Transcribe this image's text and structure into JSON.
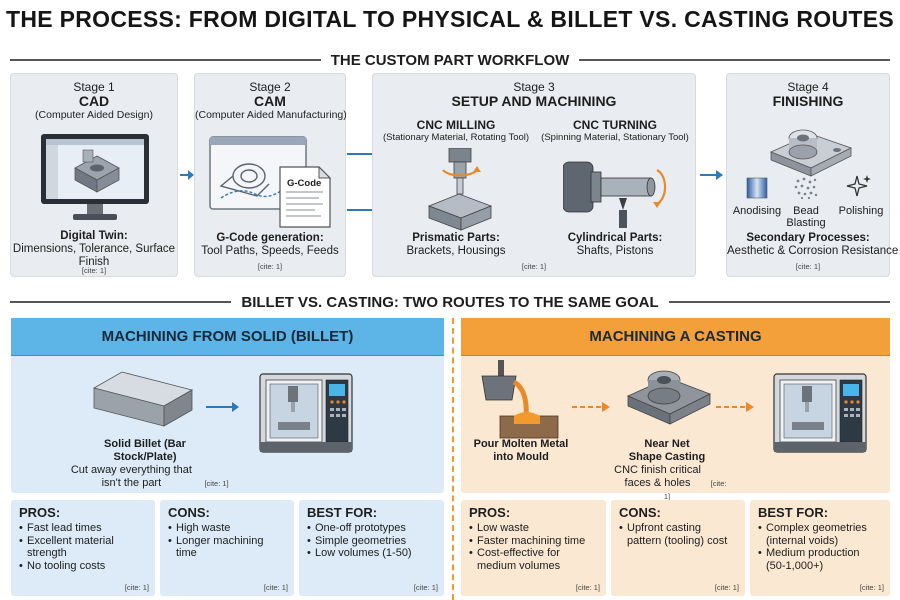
{
  "title": "THE PROCESS: FROM DIGITAL TO PHYSICAL & BILLET VS. CASTING ROUTES",
  "workflow": {
    "heading": "THE CUSTOM PART WORKFLOW",
    "stages": [
      {
        "label": "Stage 1",
        "name": "CAD",
        "subtitle": "(Computer Aided Design)",
        "caption_bold": "Digital Twin:",
        "caption_text": "Dimensions, Tolerance, Surface Finish",
        "cite": "[cite: 1]"
      },
      {
        "label": "Stage 2",
        "name": "CAM",
        "subtitle": "(Computer Aided Manufacturing)",
        "doc_label": "G-Code",
        "caption_bold": "G-Code generation:",
        "caption_text": "Tool Paths, Speeds, Feeds",
        "cite": "[cite: 1]"
      },
      {
        "label": "Stage 3",
        "name": "SETUP AND MACHINING",
        "milling": {
          "title": "CNC MILLING",
          "subtitle": "(Stationary Material, Rotating Tool)",
          "caption_bold": "Prismatic Parts:",
          "caption_text": "Brackets, Housings"
        },
        "turning": {
          "title": "CNC TURNING",
          "subtitle": "(Spinning Material, Stationary Tool)",
          "caption_bold": "Cylindrical Parts:",
          "caption_text": "Shafts, Pistons"
        },
        "cite": "[cite: 1]"
      },
      {
        "label": "Stage 4",
        "name": "FINISHING",
        "processes": [
          "Anodising",
          "Bead Blasting",
          "Polishing"
        ],
        "caption_bold": "Secondary Processes:",
        "caption_text": "Aesthetic & Corrosion Resistance",
        "cite": "[cite: 1]"
      }
    ]
  },
  "routes": {
    "heading": "BILLET VS. CASTING: TWO ROUTES TO THE SAME GOAL",
    "billet": {
      "header": "MACHINING FROM SOLID (BILLET)",
      "caption_bold": "Solid Billet (Bar Stock/Plate)",
      "caption_text": "Cut away everything that isn't the part",
      "cite": "[cite: 1]",
      "pros": {
        "title": "PROS:",
        "items": [
          "Fast lead times",
          "Excellent material strength",
          "No tooling costs"
        ],
        "cite": "[cite: 1]"
      },
      "cons": {
        "title": "CONS:",
        "items": [
          "High waste",
          "Longer machining time"
        ],
        "cite": "[cite: 1]"
      },
      "best": {
        "title": "BEST FOR:",
        "items": [
          "One-off prototypes",
          "Simple geometries",
          "Low volumes (1-50)"
        ],
        "cite": "[cite: 1]"
      }
    },
    "casting": {
      "header": "MACHINING A CASTING",
      "pour_caption": "Pour Molten Metal into Mould",
      "casting_caption_bold": "Near Net Shape Casting",
      "casting_caption_text": "CNC finish critical faces & holes",
      "cite": "[cite: 1]",
      "pros": {
        "title": "PROS:",
        "items": [
          "Low waste",
          "Faster machining time",
          "Cost-effective for medium volumes"
        ],
        "cite": "[cite: 1]"
      },
      "cons": {
        "title": "CONS:",
        "items": [
          "Upfront casting pattern (tooling) cost"
        ],
        "cite": "[cite: 1]"
      },
      "best": {
        "title": "BEST FOR:",
        "items": [
          "Complex geometries (internal voids)",
          "Medium production (50-1,000+)"
        ],
        "cite": "[cite: 1]"
      }
    }
  },
  "colors": {
    "blue_accent": "#5db4e6",
    "orange_accent": "#f4a03a",
    "arrow_blue": "#2e79b8",
    "arrow_orange": "#e8892a"
  }
}
